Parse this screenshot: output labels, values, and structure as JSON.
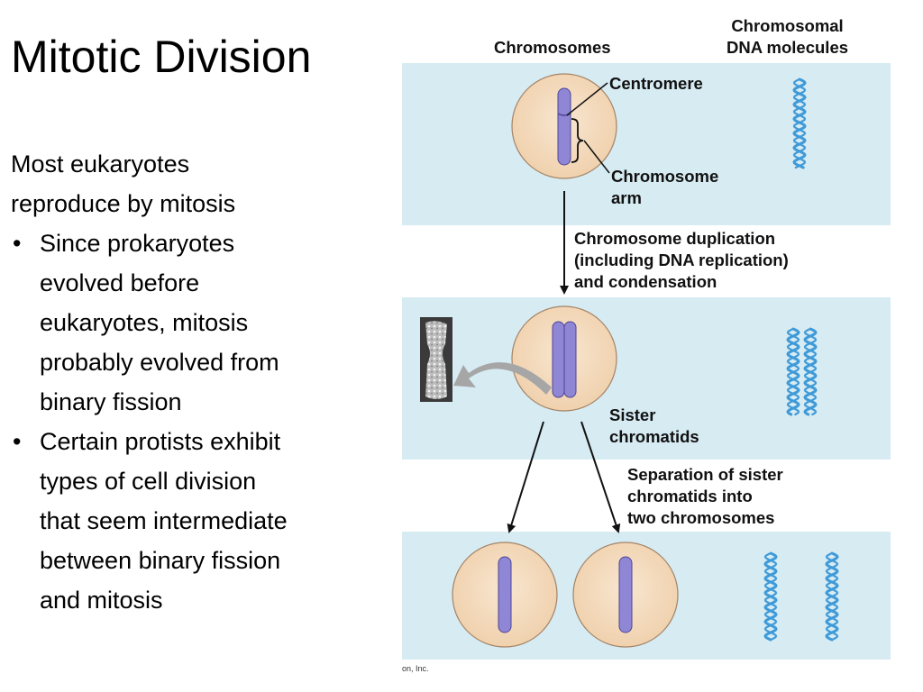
{
  "slide": {
    "title": "Mitotic Division",
    "intro_lines": [
      "Most eukaryotes",
      "reproduce by mitosis"
    ],
    "bullets": [
      {
        "lines": [
          "Since prokaryotes",
          "evolved before",
          "eukaryotes, mitosis",
          "probably evolved from",
          "binary fission"
        ]
      },
      {
        "lines": [
          "Certain protists exhibit",
          "types of cell division",
          "that seem intermediate",
          "between binary fission",
          "and mitosis"
        ]
      }
    ],
    "bullet_char": "•"
  },
  "figure": {
    "col_chromosomes": "Chromosomes",
    "col_dna_lines": [
      "Chromosomal",
      "DNA molecules"
    ],
    "centromere": "Centromere",
    "arm_lines": [
      "Chromosome",
      "arm"
    ],
    "step1_lines": [
      "Chromosome duplication",
      "(including DNA replication)",
      "and condensation"
    ],
    "sister_lines": [
      "Sister",
      "chromatids"
    ],
    "step2_lines": [
      "Separation of sister",
      "chromatids into",
      "two chromosomes"
    ],
    "copyright": "on, Inc.",
    "colors": {
      "panel": "#d7ebf3",
      "cell_fill": "#f4dcc0",
      "cell_stroke": "#a38467",
      "chromosome": "#8f86d6",
      "chromosome_stroke": "#4e4694",
      "dna": "#3f9ad8",
      "gray_arrow": "#a6a6a6"
    }
  }
}
